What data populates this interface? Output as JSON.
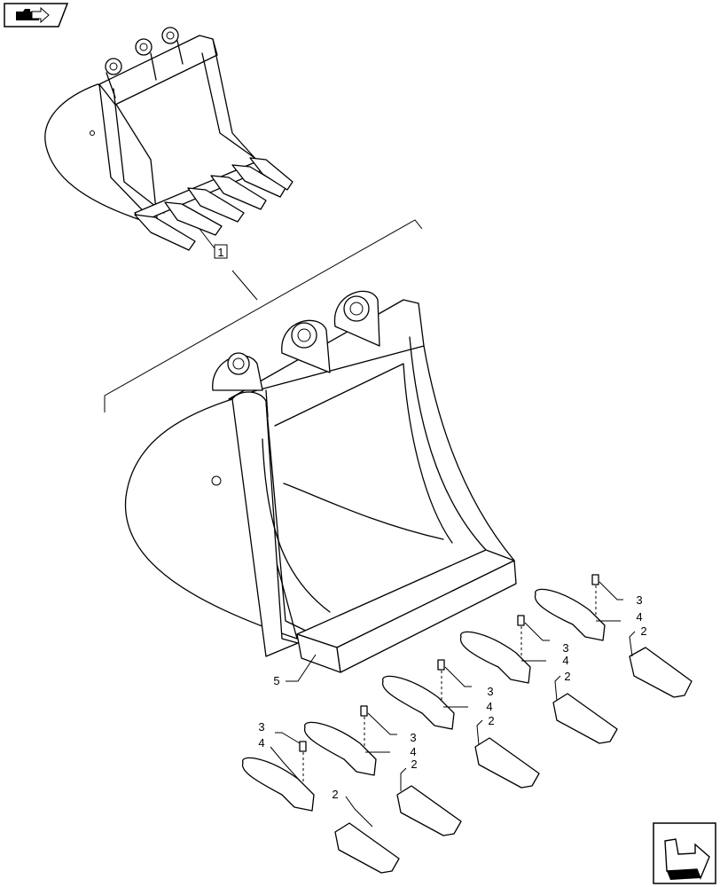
{
  "callouts": {
    "assembly_ref": "1",
    "tooth": "2",
    "pin": "3",
    "adapter": "4",
    "cutting_edge": "5"
  },
  "icons": {
    "top_left": "folder-arrow-icon",
    "bottom_right": "next-page-arrow-icon"
  }
}
